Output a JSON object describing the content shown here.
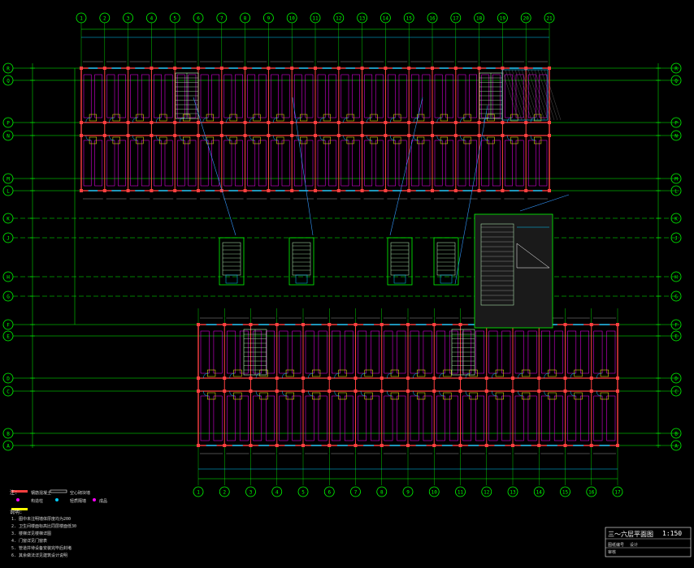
{
  "drawing": {
    "title": "三～六层平面图",
    "scale": "1:150",
    "titleblock_labels": [
      "图纸编号",
      "设计",
      "审核"
    ],
    "colors": {
      "background": "#000000",
      "grid_line": "#00ff00",
      "wall": "#ff4040",
      "partition": "#ff00ff",
      "dimension": "#00ccff",
      "furniture": "#ffff00",
      "stair": "#c0ffc0",
      "text": "#ffffff"
    }
  },
  "grid": {
    "top_columns": [
      "1",
      "2",
      "3",
      "4",
      "5",
      "6",
      "7",
      "8",
      "9",
      "10",
      "11",
      "12",
      "13",
      "14",
      "15",
      "16",
      "17",
      "18",
      "19",
      "20",
      "21"
    ],
    "bottom_columns": [
      "1",
      "2",
      "3",
      "4",
      "5",
      "6",
      "7",
      "8",
      "9",
      "10",
      "11",
      "12",
      "13",
      "14",
      "15",
      "16",
      "17"
    ],
    "rows": [
      "R",
      "Q",
      "P",
      "N",
      "M",
      "L",
      "K",
      "J",
      "H",
      "G",
      "F",
      "E",
      "D",
      "C",
      "B",
      "A"
    ]
  },
  "legend": {
    "head": "注:",
    "items": [
      "钢筋混凝土",
      "空心砌块墙",
      "构造柱",
      "轻质隔墙",
      "成品"
    ]
  },
  "notes": {
    "head": "说明:",
    "lines": [
      "1. 图中未注明墙体厚度均为200",
      "2. 卫生间楼面标高比同层楼面低30",
      "3. 楼梯详见楼梯详图",
      "4. 门窗详见门窗表",
      "5. 管道井待设备安装完毕后封堵",
      "6. 其余做法详见建筑设计说明"
    ]
  }
}
